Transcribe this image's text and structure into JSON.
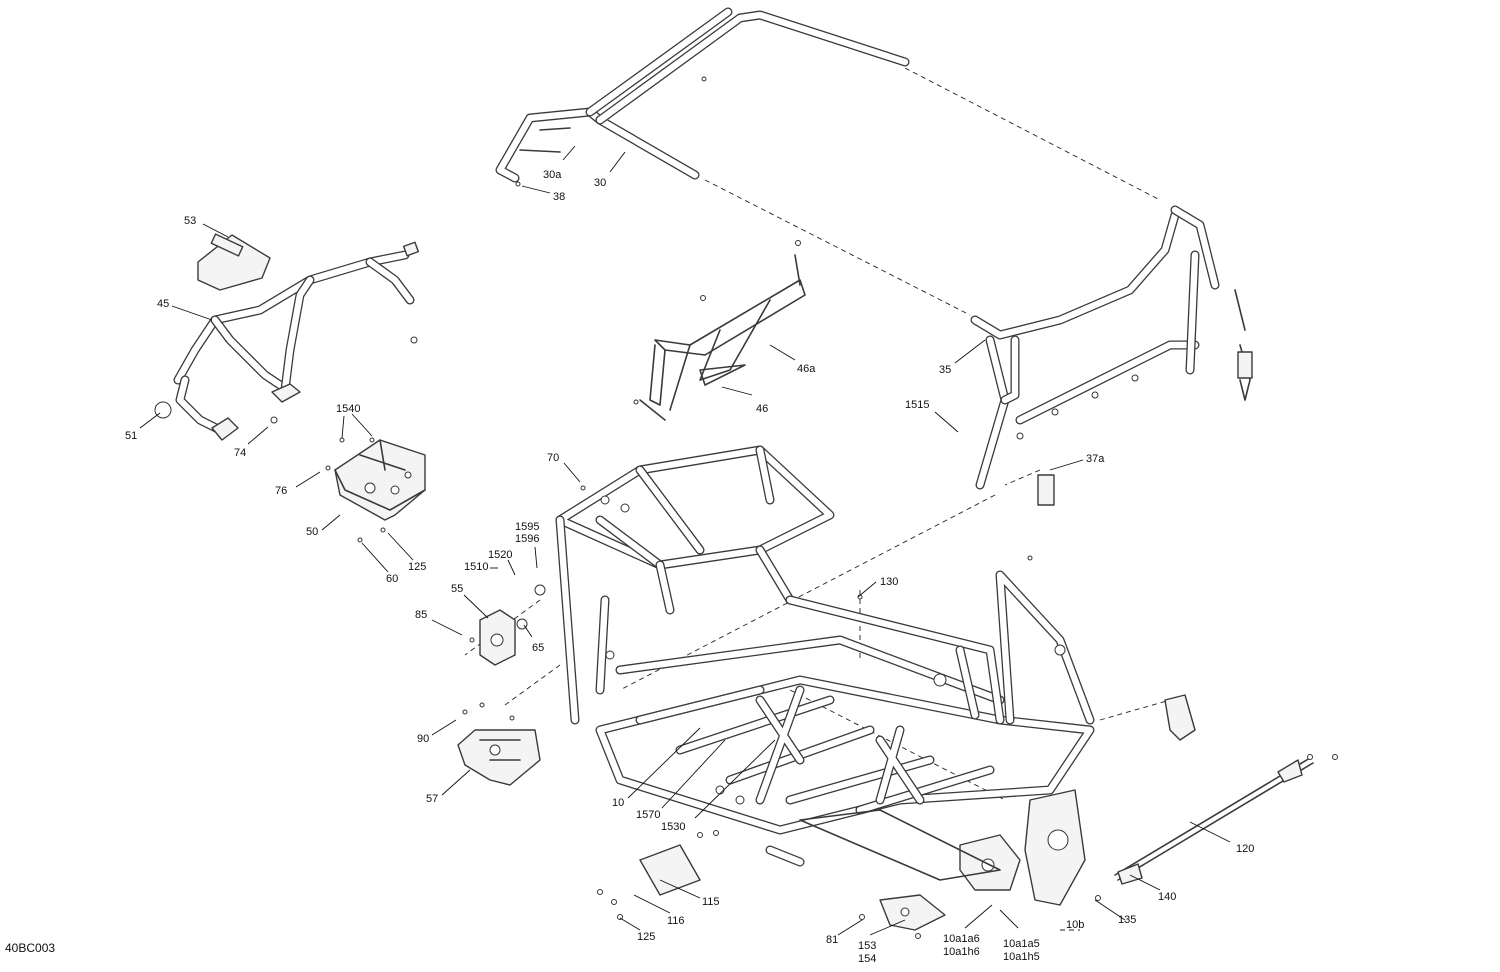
{
  "diagram_code": "40BC003",
  "callouts": [
    {
      "id": "c-30a",
      "text": "30a"
    },
    {
      "id": "c-30",
      "text": "30"
    },
    {
      "id": "c-38",
      "text": "38"
    },
    {
      "id": "c-53",
      "text": "53"
    },
    {
      "id": "c-45",
      "text": "45"
    },
    {
      "id": "c-51",
      "text": "51"
    },
    {
      "id": "c-74",
      "text": "74"
    },
    {
      "id": "c-1540",
      "text": "1540"
    },
    {
      "id": "c-76",
      "text": "76"
    },
    {
      "id": "c-50",
      "text": "50"
    },
    {
      "id": "c-60",
      "text": "60"
    },
    {
      "id": "c-125a",
      "text": "125"
    },
    {
      "id": "c-70",
      "text": "70"
    },
    {
      "id": "c-1595",
      "text": "1595"
    },
    {
      "id": "c-1596",
      "text": "1596"
    },
    {
      "id": "c-1520",
      "text": "1520"
    },
    {
      "id": "c-1510",
      "text": "1510"
    },
    {
      "id": "c-55",
      "text": "55"
    },
    {
      "id": "c-85",
      "text": "85"
    },
    {
      "id": "c-65",
      "text": "65"
    },
    {
      "id": "c-90",
      "text": "90"
    },
    {
      "id": "c-57",
      "text": "57"
    },
    {
      "id": "c-10",
      "text": "10"
    },
    {
      "id": "c-1570",
      "text": "1570"
    },
    {
      "id": "c-1530",
      "text": "1530"
    },
    {
      "id": "c-115",
      "text": "115"
    },
    {
      "id": "c-116",
      "text": "116"
    },
    {
      "id": "c-125b",
      "text": "125"
    },
    {
      "id": "c-81",
      "text": "81"
    },
    {
      "id": "c-153",
      "text": "153"
    },
    {
      "id": "c-154",
      "text": "154"
    },
    {
      "id": "c-10a1a6",
      "text": "10a1a6"
    },
    {
      "id": "c-10a1h6",
      "text": "10a1h6"
    },
    {
      "id": "c-10a1a5",
      "text": "10a1a5"
    },
    {
      "id": "c-10a1h5",
      "text": "10a1h5"
    },
    {
      "id": "c-10b",
      "text": "10b"
    },
    {
      "id": "c-135",
      "text": "135"
    },
    {
      "id": "c-140",
      "text": "140"
    },
    {
      "id": "c-120",
      "text": "120"
    },
    {
      "id": "c-130",
      "text": "130"
    },
    {
      "id": "c-46",
      "text": "46"
    },
    {
      "id": "c-46a",
      "text": "46a"
    },
    {
      "id": "c-35",
      "text": "35"
    },
    {
      "id": "c-1515",
      "text": "1515"
    },
    {
      "id": "c-37a",
      "text": "37a"
    }
  ]
}
